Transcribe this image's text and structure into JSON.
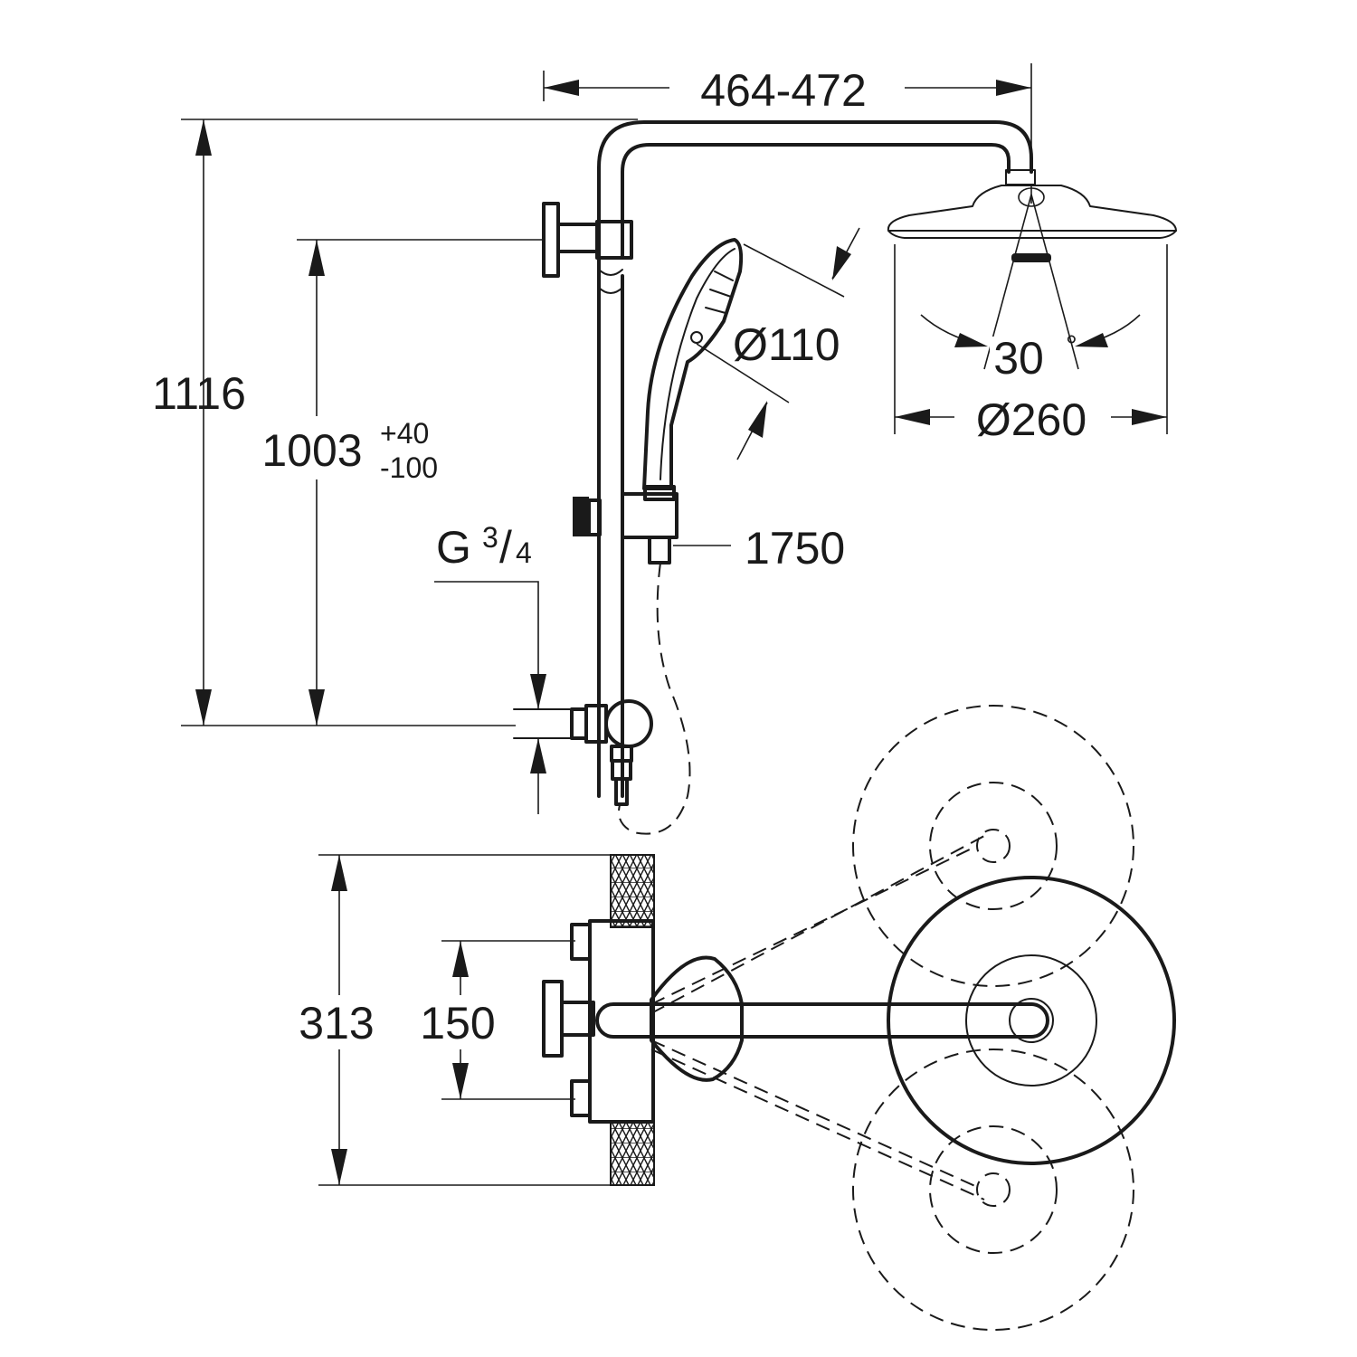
{
  "dimensions": {
    "arm_reach": "464-472",
    "total_height": "1116",
    "bracket_height": "1003",
    "bracket_tol_plus": "+40",
    "bracket_tol_minus": "-100",
    "hand_shower_dia": "Ø110",
    "head_shower_dia": "Ø260",
    "spray_angle": "30",
    "degree_mark": "°",
    "hose_length": "1750",
    "thread_g": "G",
    "thread_num": "3",
    "thread_slash": "/",
    "thread_den": "4",
    "depth_total": "313",
    "inlet_spacing": "150"
  },
  "colors": {
    "line": "#1a1a1a",
    "background": "#ffffff"
  }
}
